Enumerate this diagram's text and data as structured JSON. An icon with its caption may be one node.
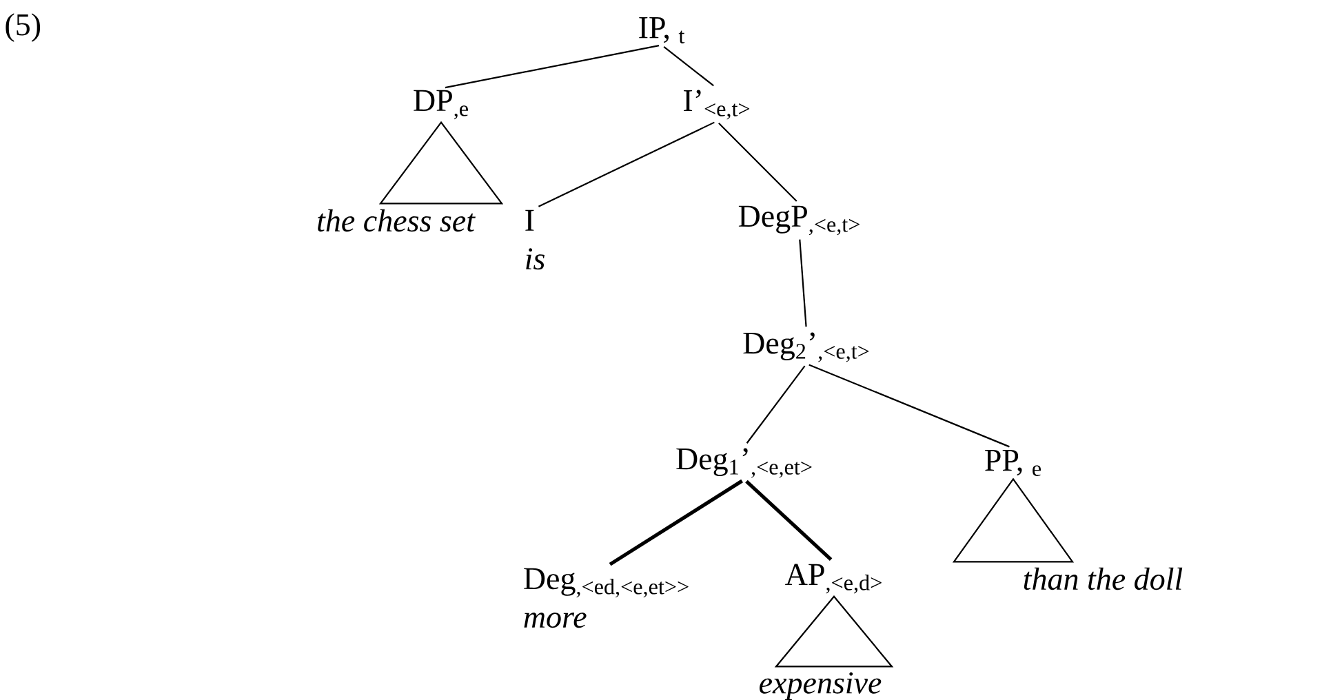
{
  "diagram": {
    "nodes": [
      {
        "text": [
          "IP, $_{t}$"
        ]
      },
      {
        "text": [
          "DP$_{,e}$"
        ]
      },
      {
        "text": [
          "I’$_{<e,t>}$"
        ]
      },
      {
        "text": [
          "the chess set"
        ]
      },
      {
        "text": [
          "I",
          "is"
        ]
      },
      {
        "text": [
          "DegP$_{,<e,t>}$"
        ]
      },
      {
        "text": [
          "Deg$_{2}$’$_{,<e,t>}$"
        ]
      },
      {
        "text": [
          "Deg$_{1}$’$_{,<e,et>}$"
        ]
      },
      {
        "text": [
          "PP, $_{e}$"
        ]
      },
      {
        "text": [
          "than the doll"
        ]
      },
      {
        "text": [
          "Deg$_{,<ed,<e,et>>}$",
          "more"
        ]
      },
      {
        "text": [
          "AP$_{,<e,d>}$"
        ]
      },
      {
        "text": [
          "expensive"
        ]
      }
    ],
    "edges": [
      {
        "from": 0,
        "to": 1,
        "arrow": "none"
      },
      {
        "from": 0,
        "to": 2,
        "arrow": "none"
      },
      {
        "from": 1,
        "to": 3,
        "arrow": "none"
      },
      {
        "from": 2,
        "to": 4,
        "arrow": "none"
      },
      {
        "from": 2,
        "to": 5,
        "arrow": "none"
      },
      {
        "from": 5,
        "to": 6,
        "arrow": "none"
      },
      {
        "from": 6,
        "to": 7,
        "arrow": "none"
      },
      {
        "from": 6,
        "to": 8,
        "arrow": "none"
      },
      {
        "from": 7,
        "to": 10,
        "arrow": "none",
        "style": "thick"
      },
      {
        "from": 7,
        "to": 11,
        "arrow": "none",
        "style": "thick"
      },
      {
        "from": 8,
        "to": 9,
        "arrow": "none"
      },
      {
        "from": 11,
        "to": 12,
        "arrow": "none"
      }
    ],
    "labels": [
      "(5)"
    ]
  }
}
